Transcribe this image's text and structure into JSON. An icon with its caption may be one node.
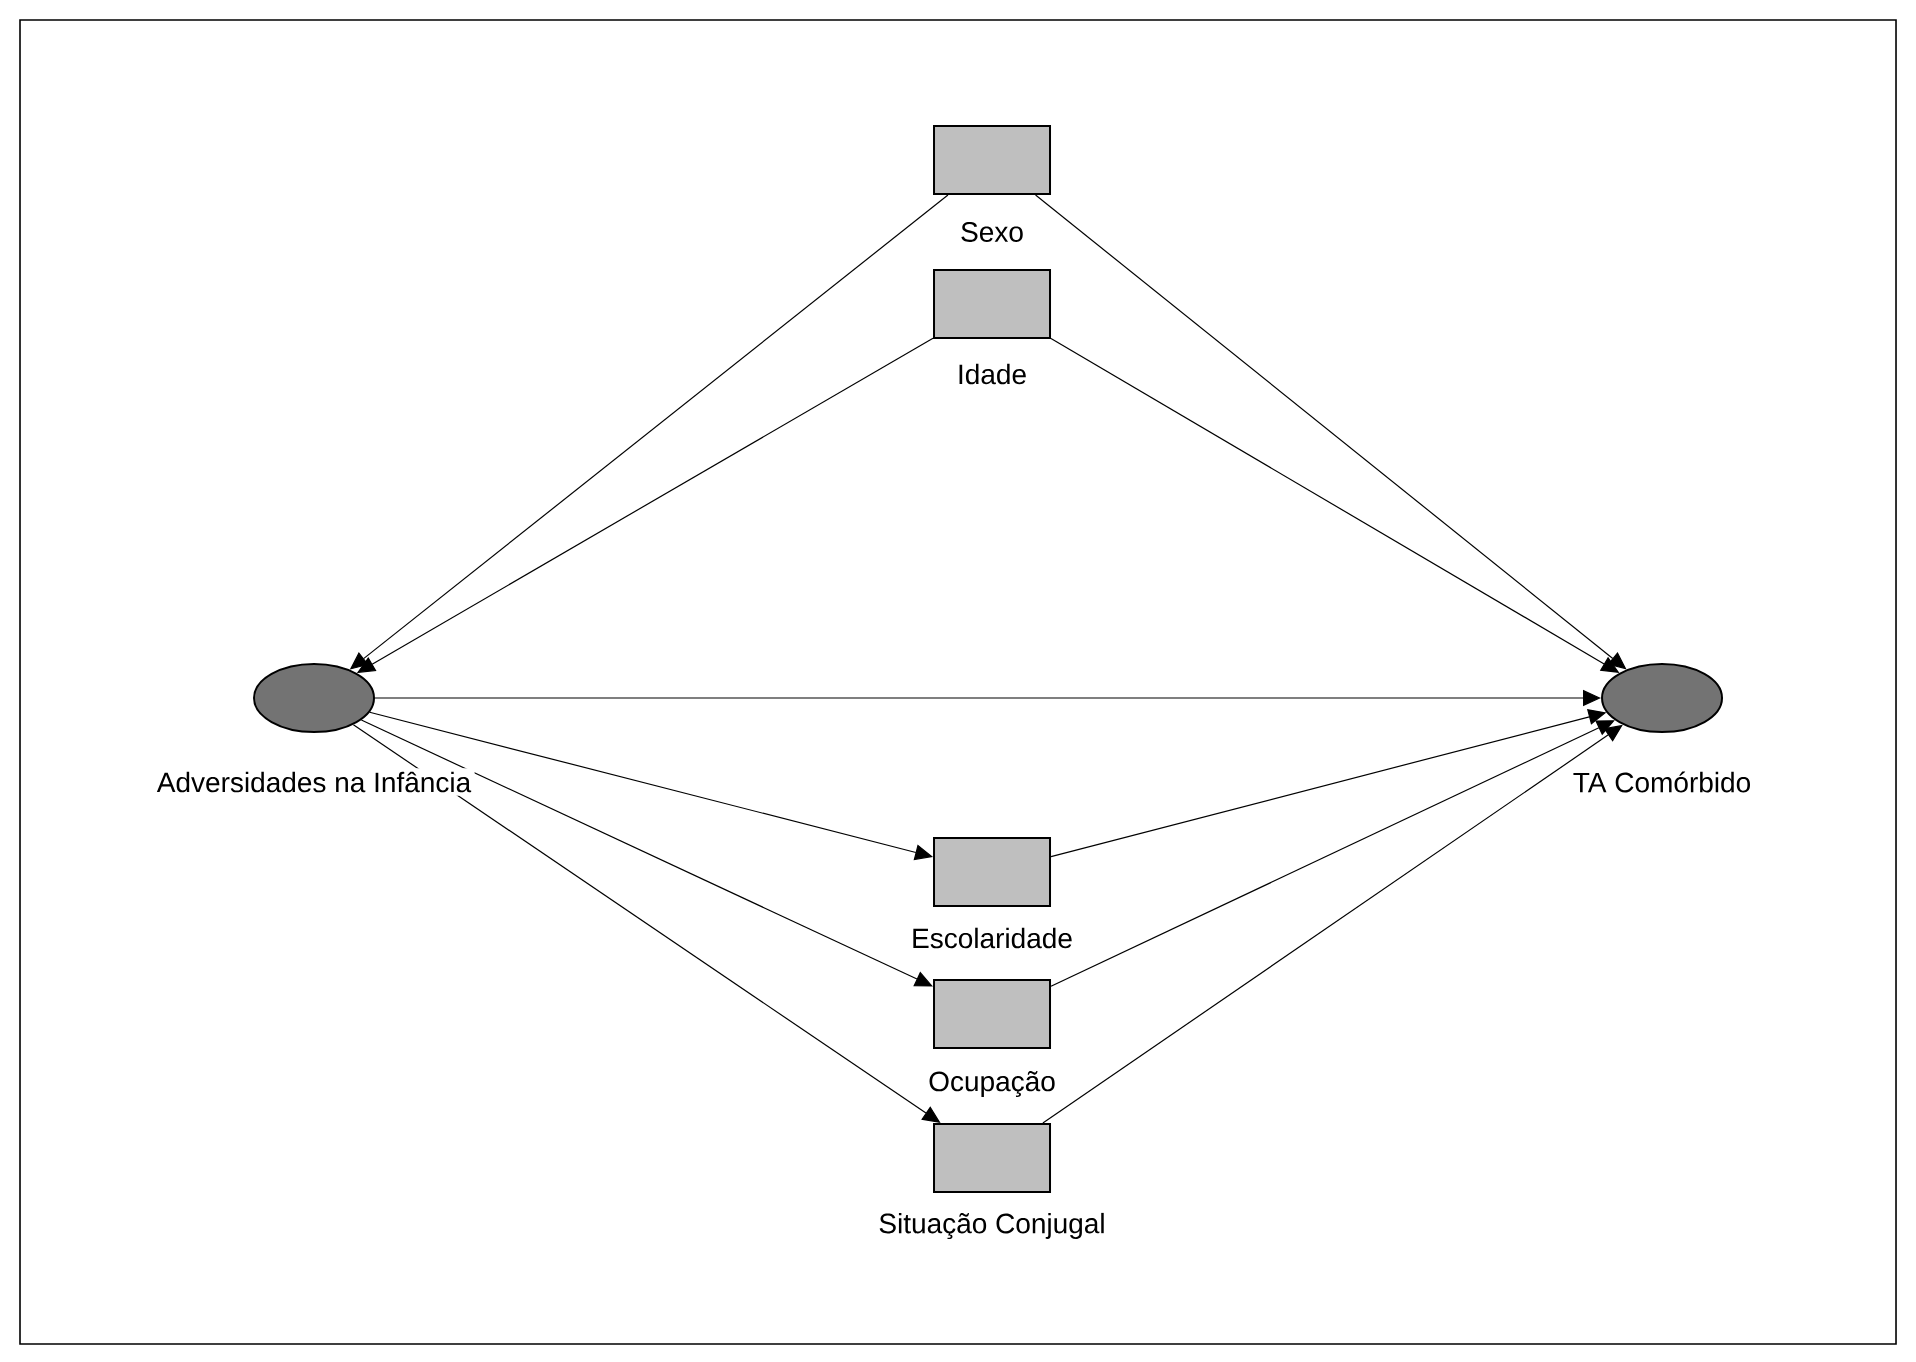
{
  "diagram": {
    "nodes": [
      {
        "text": [
          "Sexo"
        ]
      },
      {
        "text": [
          "Idade"
        ]
      },
      {
        "text": [
          "Adversidades na Infância"
        ]
      },
      {
        "text": [
          "TA Comórbido"
        ]
      },
      {
        "text": [
          "Escolaridade"
        ]
      },
      {
        "text": [
          "Ocupação"
        ]
      },
      {
        "text": [
          "Situação Conjugal"
        ]
      }
    ],
    "edges": [
      {
        "from": 0,
        "to": 2,
        "arrow": "to"
      },
      {
        "from": 1,
        "to": 2,
        "arrow": "to"
      },
      {
        "from": 0,
        "to": 3,
        "arrow": "to"
      },
      {
        "from": 1,
        "to": 3,
        "arrow": "to"
      },
      {
        "from": 2,
        "to": 3,
        "arrow": "to"
      },
      {
        "from": 2,
        "to": 4,
        "arrow": "to"
      },
      {
        "from": 2,
        "to": 5,
        "arrow": "to"
      },
      {
        "from": 2,
        "to": 6,
        "arrow": "to"
      },
      {
        "from": 4,
        "to": 3,
        "arrow": "to"
      },
      {
        "from": 5,
        "to": 3,
        "arrow": "to"
      },
      {
        "from": 6,
        "to": 3,
        "arrow": "to"
      }
    ]
  }
}
